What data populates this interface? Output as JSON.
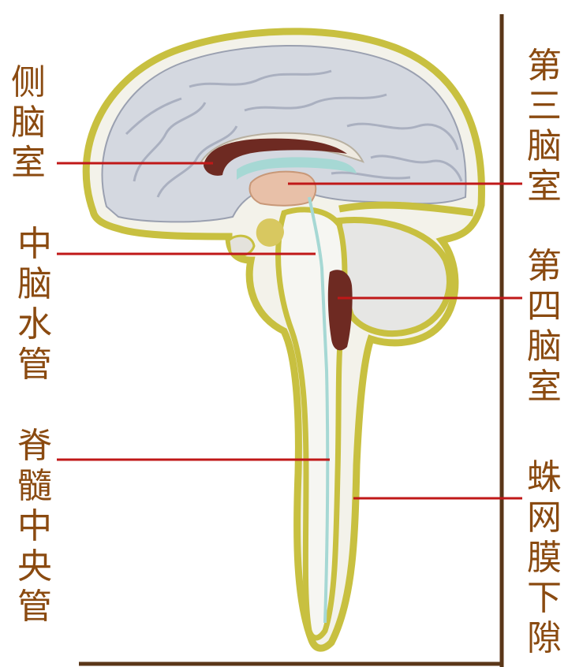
{
  "colors": {
    "label_text": "#8a4a10",
    "pointer_line": "#c01818",
    "frame_line": "#5a3618",
    "subarachnoid_outline": "#c8c040",
    "ventricle_dark": "#6e2a22",
    "ventricle_light": "#e8c0a8",
    "canal_blue": "#a6d8d4",
    "brain_tissue": "#d4d8e0"
  },
  "labels": {
    "lateral_ventricle": "侧脑室",
    "third_ventricle": "第三脑室",
    "cerebral_aqueduct": "中脑水管",
    "fourth_ventricle": "第四脑室",
    "central_canal": "脊髓中央管",
    "subarachnoid_space": "蛛网膜下隙"
  }
}
